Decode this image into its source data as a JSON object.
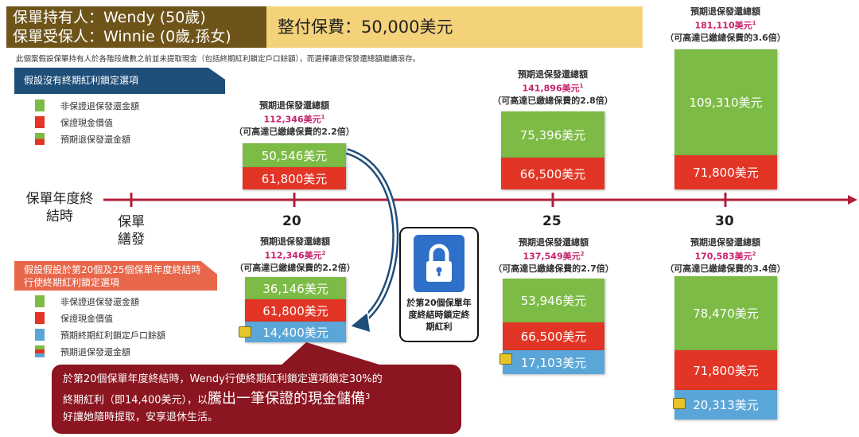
{
  "header": {
    "owner_label": "保單持有人：Wendy (50歲)",
    "insured_label": "保單受保人：Winnie (0歲,孫女)",
    "premium_label": "整付保費：50,000美元"
  },
  "note": "此個案假設保單持有人於各階段歲數之前並未提取現金（包括終期紅利鎖定戶口餘額），而選擇讓退保發還總額繼續滾存。",
  "scenario1": {
    "title": "假設沒有終期紅利鎖定選項",
    "legend": [
      "非保證退保發還金額",
      "保證現金價值",
      "預期退保發還金額"
    ]
  },
  "scenario2": {
    "title": "假設假設於第20個及25個保單年度終結時行使終期紅利鎖定選項",
    "legend": [
      "非保證退保發還金額",
      "保證現金價值",
      "預期終期紅利鎖定戶口餘額",
      "預期退保發還金額"
    ]
  },
  "axis": {
    "label": "保單年度終結時",
    "start": "保單繕發",
    "ticks": [
      "20",
      "25",
      "30"
    ]
  },
  "top": [
    {
      "year": "20",
      "title": "預期退保發還總額",
      "total": "112,346美元",
      "sup": "1",
      "ratio": "（可高達已繳總保費的2.2倍）",
      "green": "50,546美元",
      "red": "61,800美元"
    },
    {
      "year": "25",
      "title": "預期退保發還總額",
      "total": "141,896美元",
      "sup": "1",
      "ratio": "（可高達已繳總保費的2.8倍）",
      "green": "75,396美元",
      "red": "66,500美元"
    },
    {
      "year": "30",
      "title": "預期退保發還總額",
      "total": "181,110美元",
      "sup": "1",
      "ratio": "（可高達已繳總保費的3.6倍）",
      "green": "109,310美元",
      "red": "71,800美元"
    }
  ],
  "bottom": [
    {
      "year": "20",
      "title": "預期退保發還總額",
      "total": "112,346美元",
      "sup": "2",
      "ratio": "（可高達已繳總保費的2.2倍）",
      "green": "36,146美元",
      "red": "61,800美元",
      "blue": "14,400美元"
    },
    {
      "year": "25",
      "title": "預期退保發還總額",
      "total": "137,549美元",
      "sup": "2",
      "ratio": "（可高達已繳總保費的2.7倍）",
      "green": "53,946美元",
      "red": "66,500美元",
      "blue": "17,103美元"
    },
    {
      "year": "30",
      "title": "預期退保發還總額",
      "total": "170,583美元",
      "sup": "2",
      "ratio": "（可高達已繳總保費的3.4倍）",
      "green": "78,470美元",
      "red": "71,800美元",
      "blue": "20,313美元"
    }
  ],
  "lock": {
    "text": "於第20個保單年度終結時鎖定終期紅利"
  },
  "callout": {
    "line1": "於第20個保單年度終結時，Wendy行使終期紅利鎖定選項鎖定30%的",
    "line2a": "終期紅利（即14,400美元），以",
    "line2b": "騰出一筆保證的現金儲備",
    "line2sup": "3",
    "line3": "好讓她隨時提取，安享退休生活。"
  },
  "colors": {
    "green": "#7cbb45",
    "red": "#e23526",
    "blue": "#5aa6d8",
    "axis": "#b0203a"
  }
}
